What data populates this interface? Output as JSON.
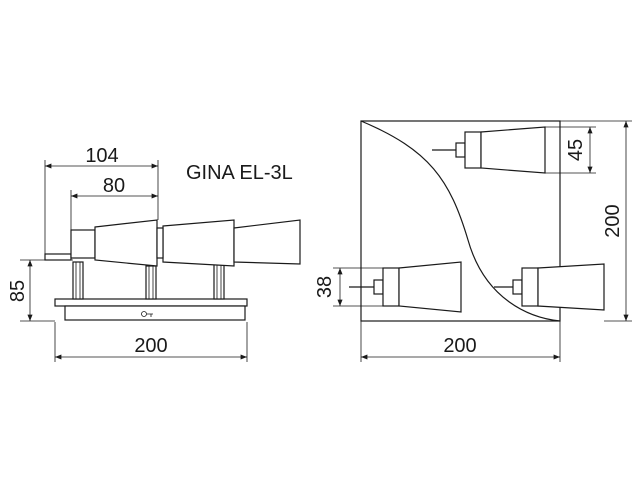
{
  "product": {
    "name": "GINA EL-3L"
  },
  "side_view": {
    "dims": {
      "width_total": "104",
      "width_lamps": "80",
      "height": "85",
      "base_width": "200"
    }
  },
  "top_view": {
    "dims": {
      "lamp_offset": "45",
      "lamp_offset_left": "38",
      "height": "200",
      "width": "200"
    }
  }
}
